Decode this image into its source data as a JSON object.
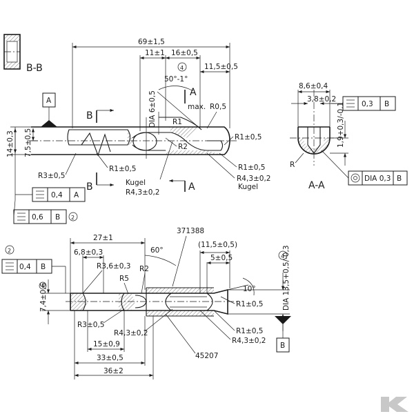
{
  "sectionBB": {
    "label": "B-B"
  },
  "sectionAA": {
    "label": "A-A"
  },
  "datums": {
    "A": "A",
    "B": "B"
  },
  "cutMarks": {
    "B": "B",
    "A": "A"
  },
  "top": {
    "overall_length": "69±1,5",
    "d11": "11±1",
    "d16": "16±0,5",
    "d115": "11,5±0,5",
    "circle4": "4",
    "angle": "50°-1°",
    "max": "max.",
    "r05": "R0,5",
    "r1": "R1",
    "r2": "R2",
    "r1_05a": "R1±0,5",
    "r1_05b": "R1±0,5",
    "r43_a": "R4,3±0,2",
    "kugel_a": "Kugel",
    "r43_b": "R4,3±0,2",
    "kugel_b": "Kugel",
    "r3_05": "R3±0,5",
    "r1_05c": "R1±0,5",
    "dia6": "DIA 6±0,5",
    "h14": "14±0,3",
    "h75": "7,5±0,5",
    "tol1": {
      "sym": "⌸",
      "val": "0,4",
      "ref": "A"
    },
    "tol2": {
      "sym": "⌸",
      "val": "0,6",
      "ref": "B",
      "note": "2"
    }
  },
  "aa": {
    "d86": "8,6±0,4",
    "d38": "3,8±0,2",
    "d19": "1,9+0,3/-0,1",
    "r": "R",
    "tol1": {
      "sym": "⌸",
      "val": "0,3",
      "ref": "B"
    },
    "tol2": {
      "sym": "◎",
      "val": "DIA 0,3",
      "ref": "B"
    }
  },
  "bottom": {
    "circle2": "2",
    "tol": {
      "sym": "⌸",
      "val": "0,4",
      "ref": "B"
    },
    "d27": "27±1",
    "d68": "6,8±0,3",
    "a60": "60°",
    "r36": "R3,6±0,3",
    "r5": "R5",
    "r2": "R2",
    "part1": "371388",
    "d115": "(11,5±0,5)",
    "d5": "5±0,5",
    "a10": "10°",
    "r1_05a": "R1±0,5",
    "r1_05b": "R1±0,5",
    "r43a": "R4,3±0,2",
    "r43b": "R4,3±0,2",
    "r3": "R3±0,5",
    "d15": "15±0,9",
    "d33": "33±0,5",
    "d36": "36±2",
    "part2": "45207",
    "h74": "7,4±0,6",
    "circle1": "1",
    "dia135": "DIA 13,5+0,5/-0,3",
    "circle4": "4"
  },
  "logo": {
    "letter": "K",
    "color": "#c8c8c8"
  }
}
